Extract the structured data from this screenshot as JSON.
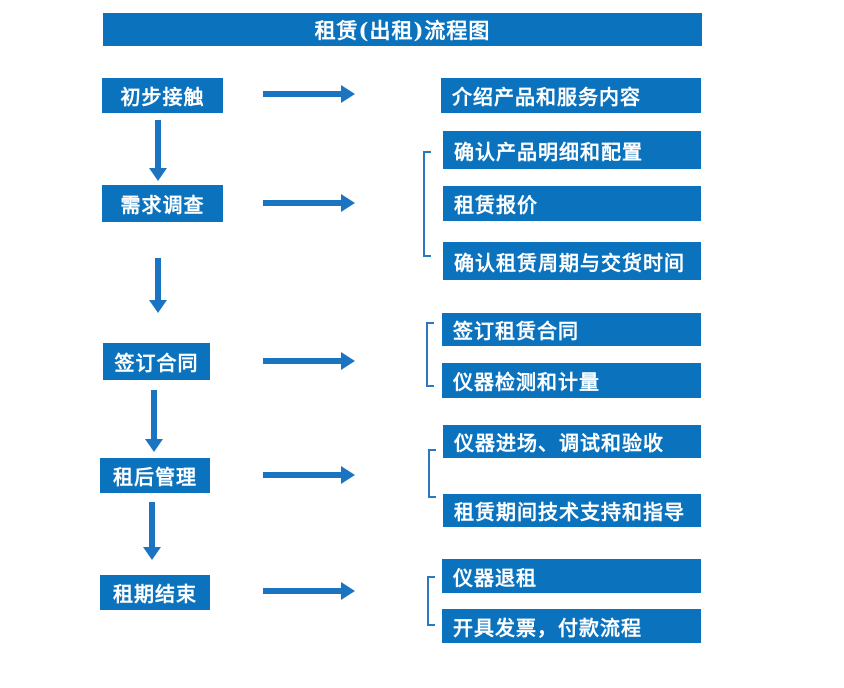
{
  "title": "租赁(出租)流程图",
  "colors": {
    "box_blue": "#0b72bd",
    "arrow_blue": "#1b74c2",
    "bracket_blue": "#2b77c2",
    "text_white": "#ffffff",
    "background": "#ffffff"
  },
  "steps": [
    {
      "label": "初步接触",
      "details": [
        "介绍产品和服务内容"
      ]
    },
    {
      "label": "需求调查",
      "details": [
        "确认产品明细和配置",
        "租赁报价",
        "确认租赁周期与交货时间"
      ]
    },
    {
      "label": "签订合同",
      "details": [
        "签订租赁合同",
        "仪器检测和计量"
      ]
    },
    {
      "label": "租后管理",
      "details": [
        "仪器进场、调试和验收",
        "租赁期间技术支持和指导"
      ]
    },
    {
      "label": "租期结束",
      "details": [
        "仪器退租",
        "开具发票，付款流程"
      ]
    }
  ]
}
